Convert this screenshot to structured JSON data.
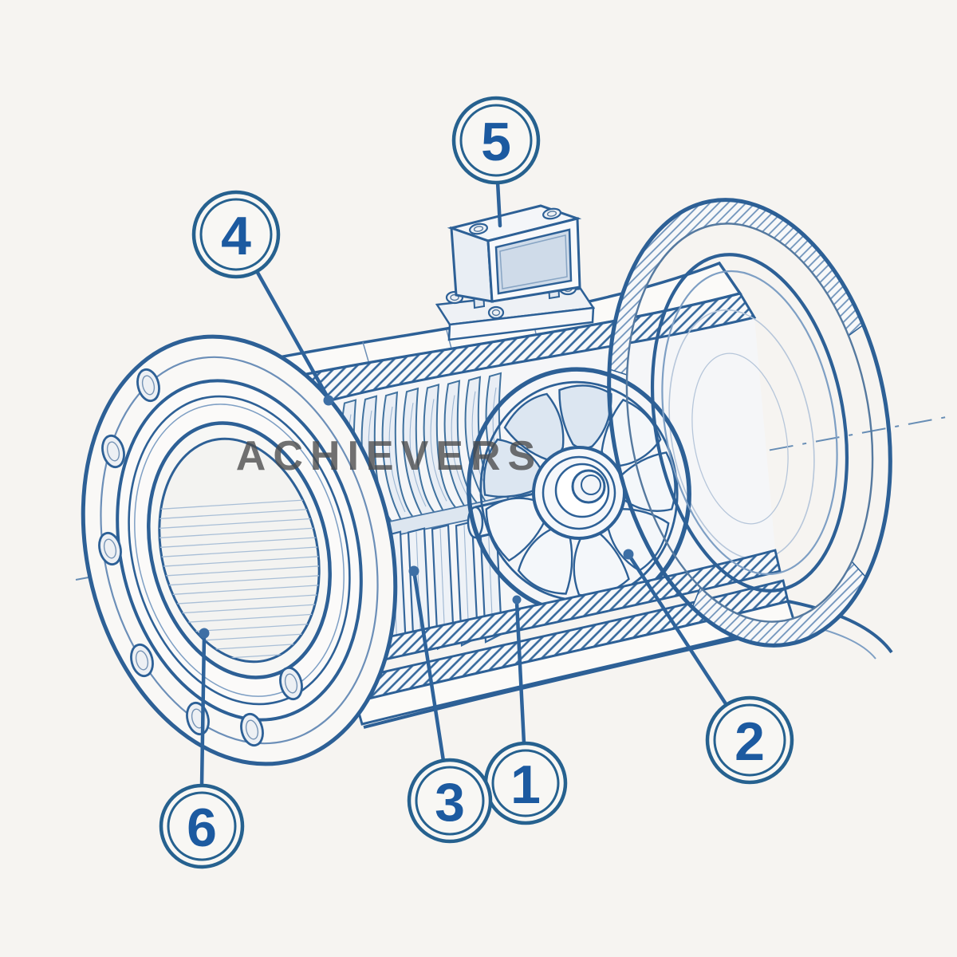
{
  "watermark": {
    "text": "ACHIEVERS"
  },
  "callouts": [
    {
      "label": "1"
    },
    {
      "label": "2"
    },
    {
      "label": "3"
    },
    {
      "label": "4"
    },
    {
      "label": "5"
    },
    {
      "label": "6"
    }
  ],
  "colors": {
    "background": "#f6f4f1",
    "line_blue": "#2d6096",
    "light_line_blue": "#7e9fc4",
    "faint_line_blue": "#b6c6da",
    "ring_blue": "#26618f",
    "number_blue": "#1c5aa0",
    "screen_fill": "#cfdbe9",
    "watermark_gray": "#4b4b4b"
  }
}
